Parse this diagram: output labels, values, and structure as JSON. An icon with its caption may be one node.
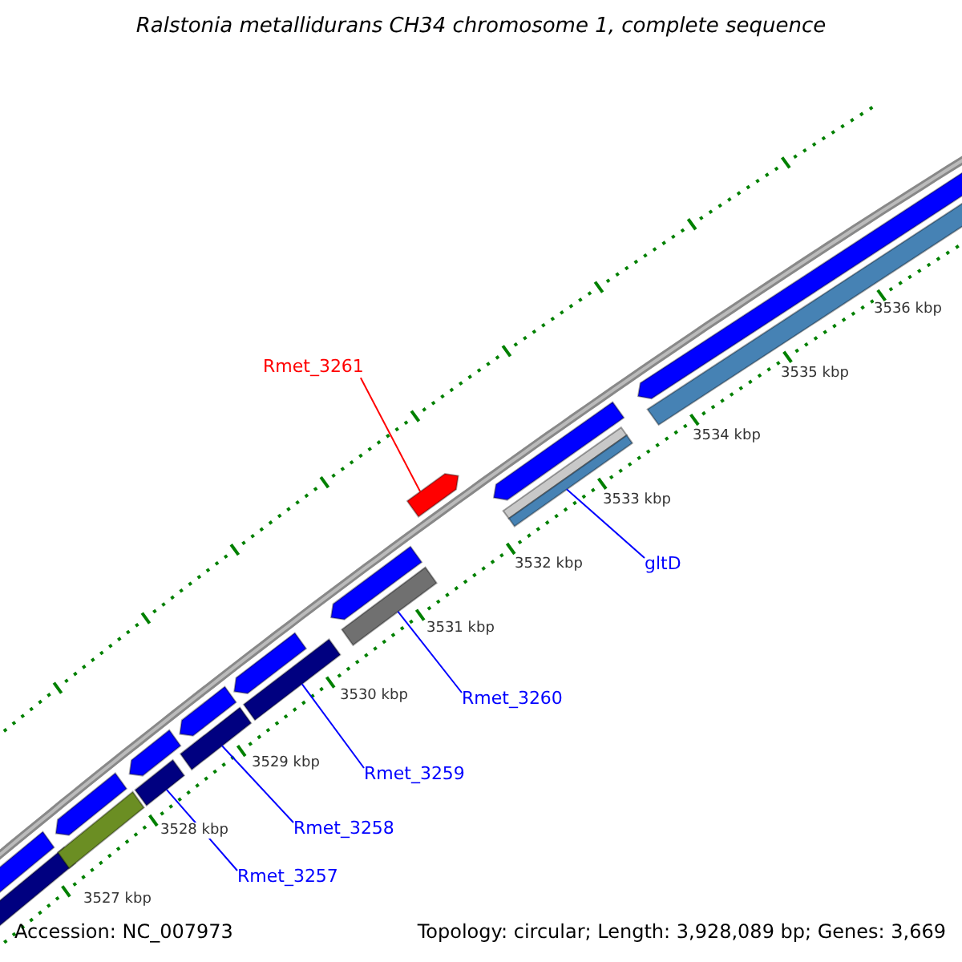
{
  "diagram": {
    "title": "Ralstonia metallidurans CH34 chromosome 1, complete sequence",
    "nodes": [
      {
        "text": [
          "Rmet_3261"
        ]
      },
      {
        "text": [
          "gltD"
        ]
      },
      {
        "text": [
          "Rmet_3260"
        ]
      },
      {
        "text": [
          "Rmet_3259"
        ]
      },
      {
        "text": [
          "Rmet_3258"
        ]
      },
      {
        "text": [
          "Rmet_3257"
        ]
      },
      {
        "text": [],
        "shape": "bar"
      },
      {
        "text": [],
        "shape": "bar"
      },
      {
        "text": [],
        "shape": "bar"
      },
      {
        "text": [],
        "shape": "bar"
      },
      {
        "text": [],
        "shape": "bar"
      },
      {
        "text": [],
        "shape": "bar"
      }
    ],
    "edges": [
      {
        "from": 0,
        "to": 10,
        "arrow": "none",
        "color": "#ff0000"
      },
      {
        "from": 1,
        "to": 11,
        "arrow": "none"
      },
      {
        "from": 2,
        "to": 9,
        "arrow": "none"
      },
      {
        "from": 3,
        "to": 8,
        "arrow": "none"
      },
      {
        "from": 4,
        "to": 7,
        "arrow": "none"
      },
      {
        "from": 5,
        "to": 6,
        "arrow": "none"
      }
    ],
    "labels": [
      "3536 kbp",
      "3535 kbp",
      "3534 kbp",
      "3533 kbp",
      "3532 kbp",
      "3531 kbp",
      "3530 kbp",
      "3529 kbp",
      "3528 kbp",
      "3527 kbp",
      "Accession: NC_007973",
      "Topology: circular; Length: 3,928,089 bp; Genes: 3,669"
    ]
  }
}
